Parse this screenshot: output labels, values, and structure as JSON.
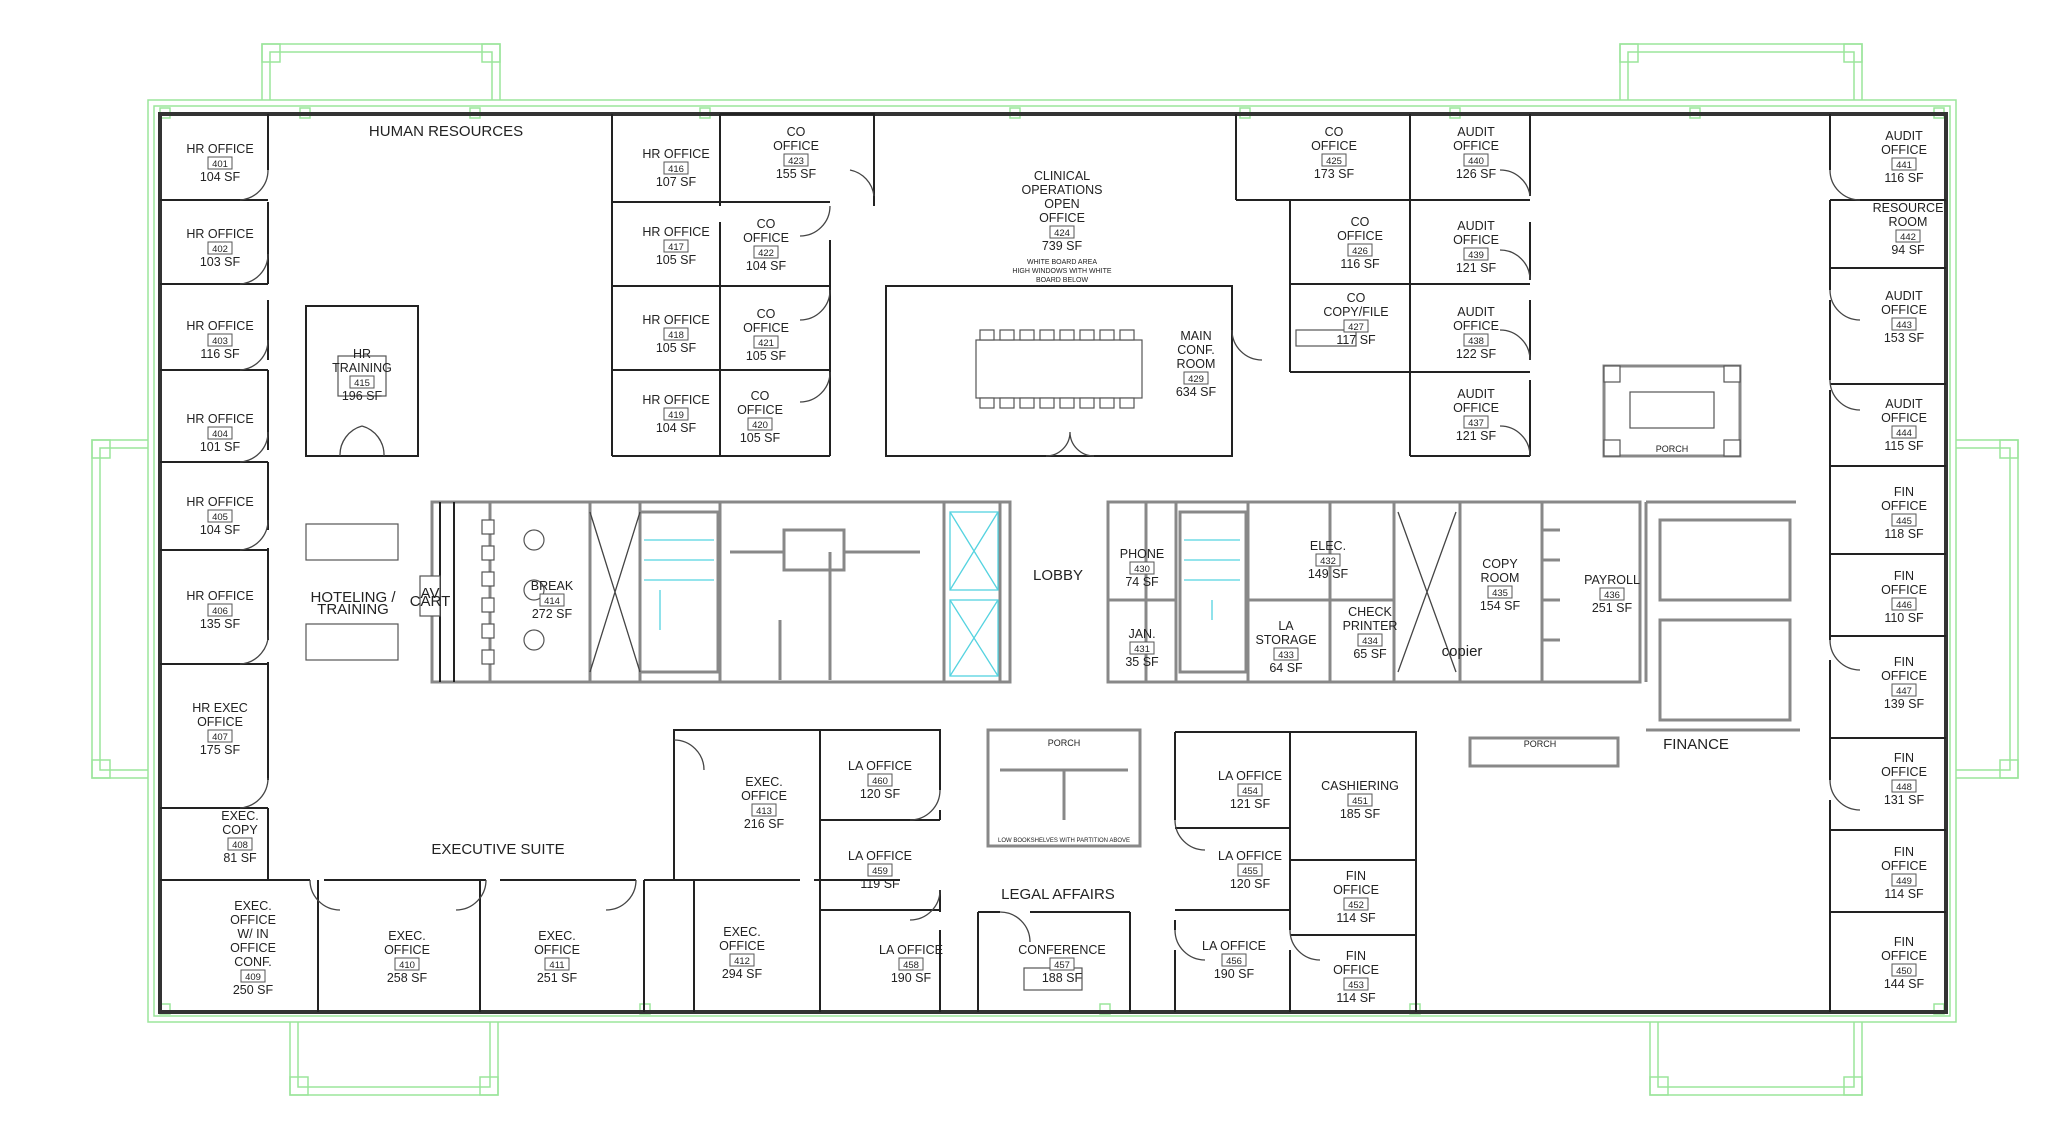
{
  "rooms": [
    {
      "id": "401",
      "lines": [
        "HR OFFICE"
      ],
      "number": "401",
      "area": "104 SF"
    },
    {
      "id": "402",
      "lines": [
        "HR OFFICE"
      ],
      "number": "402",
      "area": "103 SF"
    },
    {
      "id": "403",
      "lines": [
        "HR OFFICE"
      ],
      "number": "403",
      "area": "116 SF"
    },
    {
      "id": "404",
      "lines": [
        "HR OFFICE"
      ],
      "number": "404",
      "area": "101 SF"
    },
    {
      "id": "405",
      "lines": [
        "HR OFFICE"
      ],
      "number": "405",
      "area": "104 SF"
    },
    {
      "id": "406",
      "lines": [
        "HR OFFICE"
      ],
      "number": "406",
      "area": "135 SF"
    },
    {
      "id": "407",
      "lines": [
        "HR EXEC",
        "OFFICE"
      ],
      "number": "407",
      "area": "175 SF"
    },
    {
      "id": "408",
      "lines": [
        "EXEC.",
        "COPY"
      ],
      "number": "408",
      "area": "81 SF"
    },
    {
      "id": "409",
      "lines": [
        "EXEC.",
        "OFFICE",
        "W/ IN",
        "OFFICE",
        "CONF."
      ],
      "number": "409",
      "area": "250 SF"
    },
    {
      "id": "410",
      "lines": [
        "EXEC.",
        "OFFICE"
      ],
      "number": "410",
      "area": "258 SF"
    },
    {
      "id": "411",
      "lines": [
        "EXEC.",
        "OFFICE"
      ],
      "number": "411",
      "area": "251 SF"
    },
    {
      "id": "412",
      "lines": [
        "EXEC.",
        "OFFICE"
      ],
      "number": "412",
      "area": "294 SF"
    },
    {
      "id": "413",
      "lines": [
        "EXEC.",
        "OFFICE"
      ],
      "number": "413",
      "area": "216 SF"
    },
    {
      "id": "414",
      "lines": [
        "BREAK"
      ],
      "number": "414",
      "area": "272 SF"
    },
    {
      "id": "415",
      "lines": [
        "HR",
        "TRAINING"
      ],
      "number": "415",
      "area": "196 SF"
    },
    {
      "id": "416",
      "lines": [
        "HR OFFICE"
      ],
      "number": "416",
      "area": "107 SF"
    },
    {
      "id": "417",
      "lines": [
        "HR OFFICE"
      ],
      "number": "417",
      "area": "105 SF"
    },
    {
      "id": "418",
      "lines": [
        "HR OFFICE"
      ],
      "number": "418",
      "area": "105 SF"
    },
    {
      "id": "419",
      "lines": [
        "HR OFFICE"
      ],
      "number": "419",
      "area": "104 SF"
    },
    {
      "id": "420",
      "lines": [
        "CO",
        "OFFICE"
      ],
      "number": "420",
      "area": "105 SF"
    },
    {
      "id": "421",
      "lines": [
        "CO",
        "OFFICE"
      ],
      "number": "421",
      "area": "105 SF"
    },
    {
      "id": "422",
      "lines": [
        "CO",
        "OFFICE"
      ],
      "number": "422",
      "area": "104 SF"
    },
    {
      "id": "423",
      "lines": [
        "CO",
        "OFFICE"
      ],
      "number": "423",
      "area": "155 SF"
    },
    {
      "id": "424",
      "lines": [
        "CLINICAL",
        "OPERATIONS",
        "OPEN",
        "OFFICE"
      ],
      "number": "424",
      "area": "739 SF"
    },
    {
      "id": "425",
      "lines": [
        "CO",
        "OFFICE"
      ],
      "number": "425",
      "area": "173 SF"
    },
    {
      "id": "426",
      "lines": [
        "CO",
        "OFFICE"
      ],
      "number": "426",
      "area": "116 SF"
    },
    {
      "id": "427",
      "lines": [
        "CO",
        "COPY/FILE"
      ],
      "number": "427",
      "area": "117 SF"
    },
    {
      "id": "429",
      "lines": [
        "MAIN",
        "CONF.",
        "ROOM"
      ],
      "number": "429",
      "area": "634 SF"
    },
    {
      "id": "430",
      "lines": [
        "PHONE"
      ],
      "number": "430",
      "area": "74 SF"
    },
    {
      "id": "431",
      "lines": [
        "JAN."
      ],
      "number": "431",
      "area": "35 SF"
    },
    {
      "id": "432",
      "lines": [
        "ELEC."
      ],
      "number": "432",
      "area": "149 SF"
    },
    {
      "id": "433",
      "lines": [
        "LA",
        "STORAGE"
      ],
      "number": "433",
      "area": "64 SF"
    },
    {
      "id": "434",
      "lines": [
        "CHECK",
        "PRINTER"
      ],
      "number": "434",
      "area": "65 SF"
    },
    {
      "id": "435",
      "lines": [
        "COPY",
        "ROOM"
      ],
      "number": "435",
      "area": "154 SF"
    },
    {
      "id": "436",
      "lines": [
        "PAYROLL"
      ],
      "number": "436",
      "area": "251 SF"
    },
    {
      "id": "437",
      "lines": [
        "AUDIT",
        "OFFICE"
      ],
      "number": "437",
      "area": "121 SF"
    },
    {
      "id": "438",
      "lines": [
        "AUDIT",
        "OFFICE"
      ],
      "number": "438",
      "area": "122 SF"
    },
    {
      "id": "439",
      "lines": [
        "AUDIT",
        "OFFICE"
      ],
      "number": "439",
      "area": "121 SF"
    },
    {
      "id": "440",
      "lines": [
        "AUDIT",
        "OFFICE"
      ],
      "number": "440",
      "area": "126 SF"
    },
    {
      "id": "441",
      "lines": [
        "AUDIT",
        "OFFICE"
      ],
      "number": "441",
      "area": "116 SF"
    },
    {
      "id": "442",
      "lines": [
        "RESOURCE",
        "ROOM"
      ],
      "number": "442",
      "area": "94 SF"
    },
    {
      "id": "443",
      "lines": [
        "AUDIT",
        "OFFICE"
      ],
      "number": "443",
      "area": "153 SF"
    },
    {
      "id": "444",
      "lines": [
        "AUDIT",
        "OFFICE"
      ],
      "number": "444",
      "area": "115 SF"
    },
    {
      "id": "445",
      "lines": [
        "FIN",
        "OFFICE"
      ],
      "number": "445",
      "area": "118 SF"
    },
    {
      "id": "446",
      "lines": [
        "FIN",
        "OFFICE"
      ],
      "number": "446",
      "area": "110 SF"
    },
    {
      "id": "447",
      "lines": [
        "FIN",
        "OFFICE"
      ],
      "number": "447",
      "area": "139 SF"
    },
    {
      "id": "448",
      "lines": [
        "FIN",
        "OFFICE"
      ],
      "number": "448",
      "area": "131 SF"
    },
    {
      "id": "449",
      "lines": [
        "FIN",
        "OFFICE"
      ],
      "number": "449",
      "area": "114 SF"
    },
    {
      "id": "450",
      "lines": [
        "FIN",
        "OFFICE"
      ],
      "number": "450",
      "area": "144 SF"
    },
    {
      "id": "451",
      "lines": [
        "CASHIERING"
      ],
      "number": "451",
      "area": "185 SF"
    },
    {
      "id": "452",
      "lines": [
        "FIN",
        "OFFICE"
      ],
      "number": "452",
      "area": "114 SF"
    },
    {
      "id": "453",
      "lines": [
        "FIN",
        "OFFICE"
      ],
      "number": "453",
      "area": "114 SF"
    },
    {
      "id": "454",
      "lines": [
        "LA OFFICE"
      ],
      "number": "454",
      "area": "121 SF"
    },
    {
      "id": "455",
      "lines": [
        "LA OFFICE"
      ],
      "number": "455",
      "area": "120 SF"
    },
    {
      "id": "456",
      "lines": [
        "LA OFFICE"
      ],
      "number": "456",
      "area": "190 SF"
    },
    {
      "id": "457",
      "lines": [
        "CONFERENCE"
      ],
      "number": "457",
      "area": "188 SF"
    },
    {
      "id": "458",
      "lines": [
        "LA OFFICE"
      ],
      "number": "458",
      "area": "190 SF"
    },
    {
      "id": "459",
      "lines": [
        "LA OFFICE"
      ],
      "number": "459",
      "area": "119 SF"
    },
    {
      "id": "460",
      "lines": [
        "LA OFFICE"
      ],
      "number": "460",
      "area": "120 SF"
    }
  ],
  "zones": {
    "human_resources": "HUMAN RESOURCES",
    "executive_suite": "EXECUTIVE SUITE",
    "legal_affairs": "LEGAL AFFAIRS",
    "finance": "FINANCE",
    "lobby": "LOBBY",
    "hoteling": [
      "HOTELING /",
      "TRAINING"
    ],
    "av_cart": [
      "AV",
      "CART"
    ],
    "copier": "copier"
  },
  "notes": {
    "porch": "PORCH",
    "whiteboard": [
      "WHITE BOARD AREA",
      "HIGH WINDOWS WITH WHITE",
      "BOARD BELOW"
    ],
    "bookshelves": "LOW BOOKSHELVES WITH PARTITION ABOVE"
  },
  "colors": {
    "wall": "#222222",
    "core": "#888888",
    "exterior_trim": "#9be59b",
    "elevator": "#55d3e0"
  }
}
